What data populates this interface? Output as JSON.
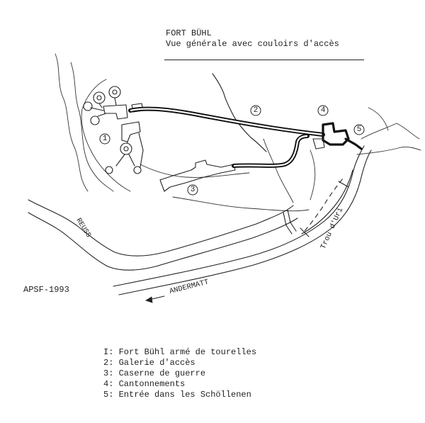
{
  "title": {
    "line1": "FORT BÜHL",
    "line2": "Vue générale avec couloirs d'accès"
  },
  "labels": {
    "river": "REUSS",
    "road": "ANDERMATT",
    "tunnel": "Trou d'Uri",
    "credit": "APSF-1993"
  },
  "markers": [
    "1",
    "2",
    "3",
    "4",
    "5"
  ],
  "legend": [
    "I: Fort Bühl armé de tourelles",
    "2: Galerie d'accès",
    "3: Caserne de guerre",
    "4: Cantonnements",
    "5: Entrée dans les Schöllenen"
  ],
  "colors": {
    "ink": "#222222",
    "paper": "#ffffff"
  }
}
